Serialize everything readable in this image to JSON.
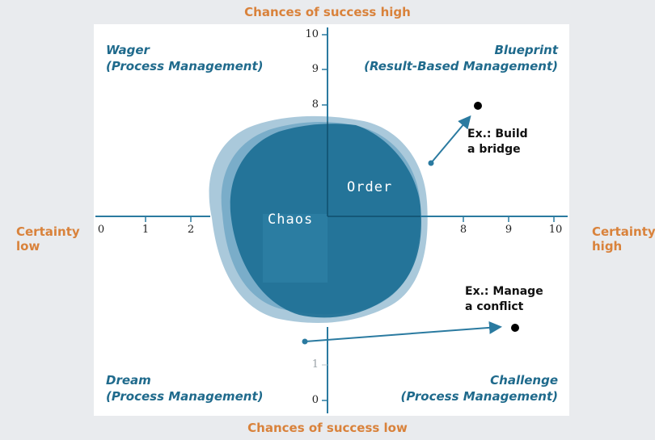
{
  "axes": {
    "top_title": "Chances of success high",
    "bottom_title": "Chances of success low",
    "left_title": "Certainty low",
    "right_title": "Certainty high",
    "x_ticks": [
      "0",
      "1",
      "2",
      "8",
      "9",
      "10"
    ],
    "y_ticks": [
      "10",
      "9",
      "8",
      "1",
      "0"
    ]
  },
  "quadrants": {
    "top_left": {
      "title": "Wager",
      "subtitle": "(Process Management)"
    },
    "top_right": {
      "title": "Blueprint",
      "subtitle": "(Result-Based Management)"
    },
    "bottom_left": {
      "title": "Dream",
      "subtitle": "(Process Management)"
    },
    "bottom_right": {
      "title": "Challenge",
      "subtitle": "(Process Management)"
    }
  },
  "examples": {
    "bridge": {
      "line1": "Ex.: Build",
      "line2": "a bridge"
    },
    "conflict": {
      "line1": "Ex.: Manage",
      "line2": "a conflict"
    }
  },
  "regions": {
    "chaos": "Chaos",
    "order": "Order"
  },
  "colors": {
    "axis_title": "#d9823b",
    "quadrant_text": "#1f6a8c",
    "axis_line": "#2a7aa0",
    "blob_dark": "#1b6e93",
    "blob_light": "#8db7cf",
    "arrow": "#2a7aa0"
  }
}
